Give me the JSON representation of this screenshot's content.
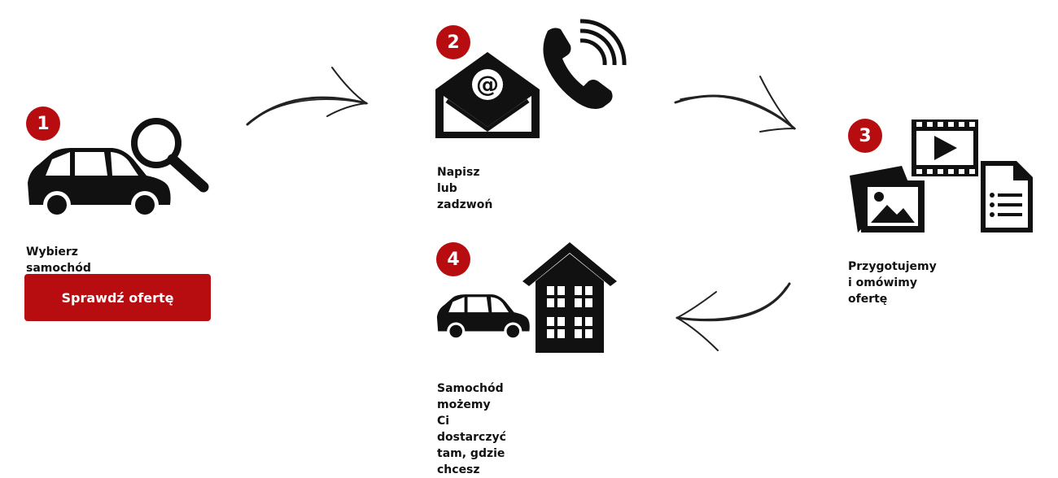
{
  "colors": {
    "accent": "#b80d10",
    "ink": "#111111",
    "background": "#ffffff"
  },
  "steps": [
    {
      "number": "1",
      "caption": "Wybierz samochód z oferty",
      "icons": [
        "car-icon",
        "magnifier-icon"
      ]
    },
    {
      "number": "2",
      "caption": "Napisz lub zadzwoń",
      "icons": [
        "envelope-at-icon",
        "phone-icon"
      ]
    },
    {
      "number": "3",
      "caption_line1": "Przygotujemy i omówimy",
      "caption_line2": "ofertę",
      "icons": [
        "photos-icon",
        "video-icon",
        "document-icon"
      ]
    },
    {
      "number": "4",
      "caption_line1": "Samochód możemy Ci",
      "caption_line2": "dostarczyć tam, gdzie chcesz",
      "icons": [
        "car-icon",
        "house-icon"
      ]
    }
  ],
  "cta": {
    "label": "Sprawdź ofertę"
  }
}
